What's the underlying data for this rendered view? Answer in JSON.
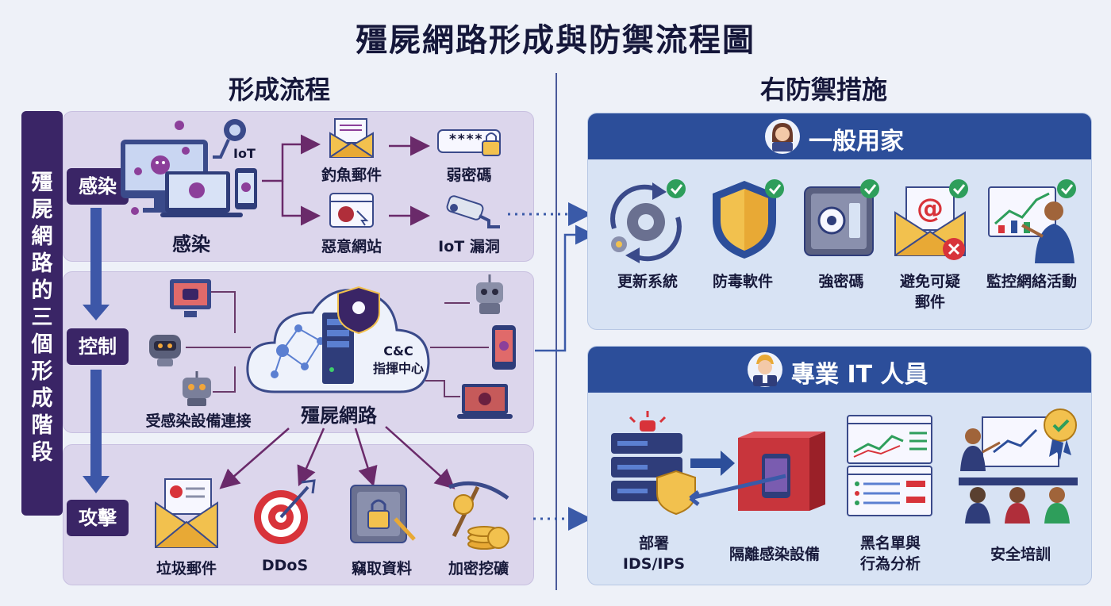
{
  "title": "殭屍網路形成與防禦流程圖",
  "left": {
    "heading": "形成流程",
    "side_bar": "殭屍網路的三個形成階段",
    "stages": {
      "infect": {
        "label": "感染",
        "main_label": "感染",
        "iot_label": "IoT",
        "items": [
          "釣魚郵件",
          "弱密碼",
          "惡意網站",
          "IoT 漏洞"
        ],
        "password_mask": "****"
      },
      "control": {
        "label": "控制",
        "cc_line1": "C&C",
        "cc_line2": "指揮中心",
        "devices_label": "受感染設備連接",
        "botnet_label": "殭屍網路"
      },
      "attack": {
        "label": "攻擊",
        "items": [
          "垃圾郵件",
          "DDoS",
          "竊取資料",
          "加密挖礦"
        ]
      }
    }
  },
  "right": {
    "heading": "右防禦措施",
    "home": {
      "title": "一般用家",
      "items": [
        "更新系統",
        "防毒軟件",
        "強密碼",
        "避免可疑\n郵件",
        "監控網絡活動"
      ]
    },
    "pro": {
      "title": "專業 IT 人員",
      "items": [
        "部署\nIDS/IPS",
        "隔離感染設備",
        "黑名單與\n行為分析",
        "安全培訓"
      ]
    }
  },
  "colors": {
    "stage_purple": "#3a2566",
    "panel_purple": "#dcd6ec",
    "header_blue": "#2c4e9a",
    "panel_blue": "#d8e3f4",
    "check_green": "#2e9e5b",
    "alert_red": "#d8333a"
  }
}
